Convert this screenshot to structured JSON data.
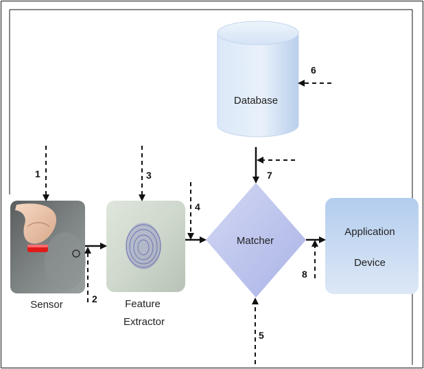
{
  "diagram": {
    "nodes": {
      "database": "Database",
      "matcher": "Matcher",
      "application_line1": "Application",
      "application_line2": "Device",
      "sensor": "Sensor",
      "feature_line1": "Feature",
      "feature_line2": "Extractor"
    },
    "attack_points": [
      "1",
      "2",
      "3",
      "4",
      "5",
      "6",
      "7",
      "8"
    ],
    "colors": {
      "database_fill": "#cfe0f4",
      "matcher_fill": "#c3c9ef",
      "app_fill": "#c5d9f1",
      "arrow": "#111111"
    }
  }
}
